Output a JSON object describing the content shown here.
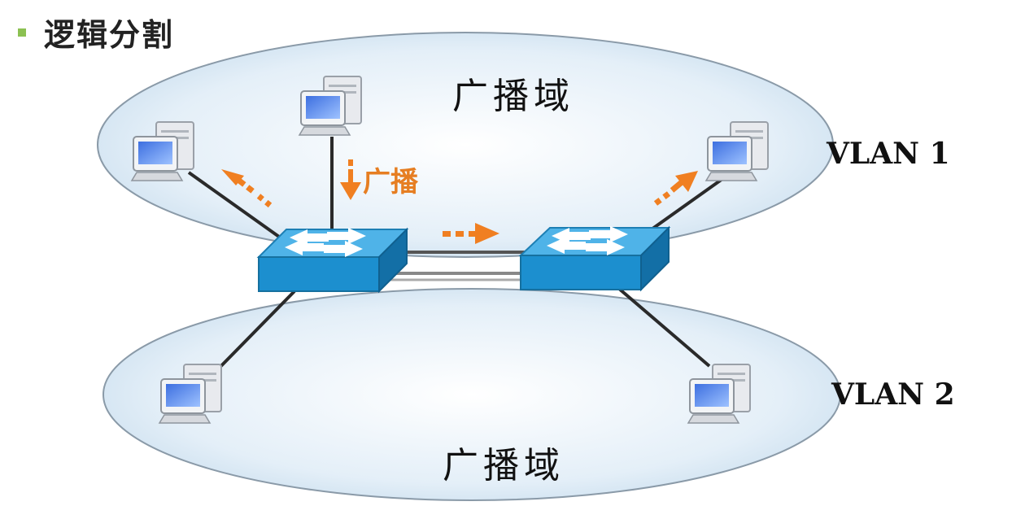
{
  "title": "逻辑分割",
  "broadcast_domain_top": "广播域",
  "broadcast_domain_bottom": "广播域",
  "broadcast_label": "广播",
  "vlan_1": "VLAN 1",
  "vlan_2": "VLAN 2",
  "colors": {
    "domain_fill": "#cfe3f2",
    "domain_stroke": "#8a9aa8",
    "switch_top": "#4fb3e8",
    "switch_front": "#1c8fcf",
    "broadcast_arrow": "#f07f21",
    "bullet": "#8cc152"
  }
}
